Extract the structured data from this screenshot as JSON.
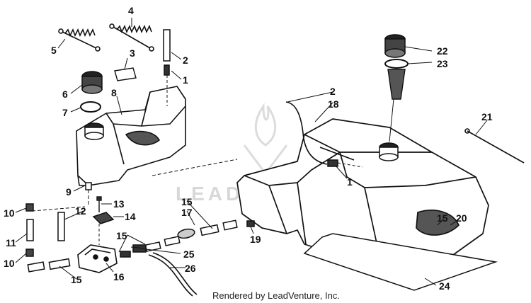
{
  "watermark": {
    "text": "LEADVENTURE"
  },
  "credit": "Rendered by LeadVenture, Inc.",
  "callouts": {
    "c1a": "1",
    "c1b": "1",
    "c2a": "2",
    "c2b": "2",
    "c3": "3",
    "c4": "4",
    "c5": "5",
    "c6": "6",
    "c7": "7",
    "c8": "8",
    "c9": "9",
    "c10a": "10",
    "c10b": "10",
    "c11": "11",
    "c12": "12",
    "c13": "13",
    "c14": "14",
    "c15a": "15",
    "c15b": "15",
    "c15c": "15",
    "c15d": "15",
    "c16": "16",
    "c17": "17",
    "c18": "18",
    "c19": "19",
    "c20": "20",
    "c21": "21",
    "c22": "22",
    "c23": "23",
    "c24": "24",
    "c25": "25",
    "c26": "26"
  }
}
